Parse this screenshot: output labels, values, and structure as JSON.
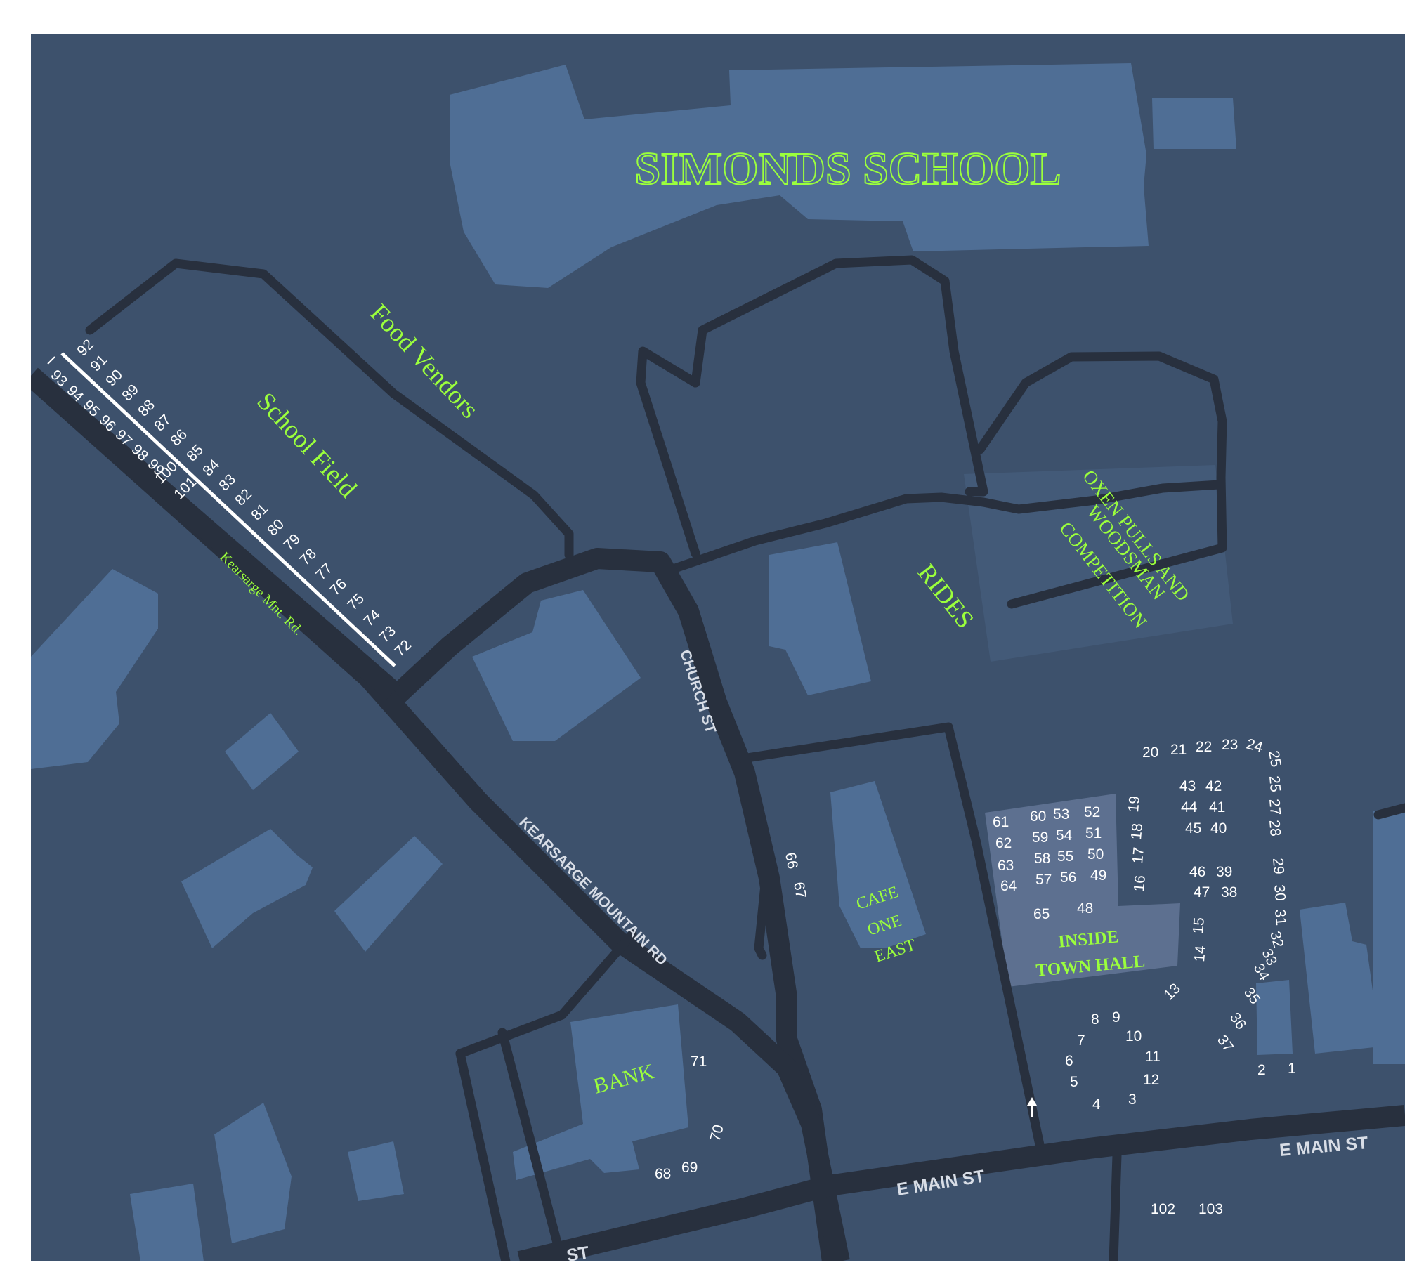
{
  "map": {
    "background_color": "#3d516c",
    "building_color": "#4f6e95",
    "road_color": "#28303e",
    "label_color": "#9bff3c",
    "road_label_color": "#d8dde6",
    "number_color": "#ffffff"
  },
  "labels": {
    "simonds_school": "SIMONDS SCHOOL",
    "food_vendors": "Food Vendors",
    "school_field": "School Field",
    "kearsarge_mnt_rd": "Kearsarge Mnt. Rd.",
    "rides": "RIDES",
    "oxen_line1": "OXEN PULLS AND",
    "oxen_line2": "WOODSMAN",
    "oxen_line3": "COMPETITION",
    "cafe_line1": "CAFE",
    "cafe_line2": "ONE",
    "cafe_line3": "EAST",
    "town_hall_line1": "INSIDE",
    "town_hall_line2": "TOWN HALL",
    "bank": "BANK"
  },
  "roads": {
    "church_st": "CHURCH ST",
    "kearsarge_mountain_rd": "KEARSARGE MOUNTAIN RD",
    "e_main_st_center": "E MAIN ST",
    "e_main_st_right": "E MAIN ST",
    "main_st_partial": "ST"
  },
  "booths": {
    "b1": "1",
    "b2": "2",
    "b3": "3",
    "b4": "4",
    "b5": "5",
    "b6": "6",
    "b7": "7",
    "b8": "8",
    "b9": "9",
    "b10": "10",
    "b11": "11",
    "b12": "12",
    "b13": "13",
    "b14": "14",
    "b15": "15",
    "b16": "16",
    "b17": "17",
    "b18": "18",
    "b19": "19",
    "b20": "20",
    "b21": "21",
    "b22": "22",
    "b23": "23",
    "b24": "24",
    "b25a": "25",
    "b25b": "25",
    "b27": "27",
    "b28": "28",
    "b29": "29",
    "b30": "30",
    "b31": "31",
    "b32": "32",
    "b33": "33",
    "b34": "34",
    "b35": "35",
    "b36": "36",
    "b37": "37",
    "b38": "38",
    "b39": "39",
    "b40": "40",
    "b41": "41",
    "b42": "42",
    "b43": "43",
    "b44": "44",
    "b45": "45",
    "b46": "46",
    "b47": "47",
    "b48": "48",
    "b49": "49",
    "b50": "50",
    "b51": "51",
    "b52": "52",
    "b53": "53",
    "b54": "54",
    "b55": "55",
    "b56": "56",
    "b57": "57",
    "b58": "58",
    "b59": "59",
    "b60": "60",
    "b61": "61",
    "b62": "62",
    "b63": "63",
    "b64": "64",
    "b65": "65",
    "b66": "66",
    "b67": "67",
    "b68": "68",
    "b69": "69",
    "b70": "70",
    "b71": "71",
    "b72": "72",
    "b73": "73",
    "b74": "74",
    "b75": "75",
    "b76": "76",
    "b77": "77",
    "b78": "78",
    "b79": "79",
    "b80": "80",
    "b81": "81",
    "b82": "82",
    "b83": "83",
    "b84": "84",
    "b85": "85",
    "b86": "86",
    "b87": "87",
    "b88": "88",
    "b89": "89",
    "b90": "90",
    "b91": "91",
    "b92": "92",
    "b93": "93",
    "b94": "94",
    "b95": "95",
    "b96": "96",
    "b97": "97",
    "b98": "98",
    "b99": "99",
    "b100": "100",
    "b101": "101",
    "b102": "102",
    "b103": "103"
  }
}
